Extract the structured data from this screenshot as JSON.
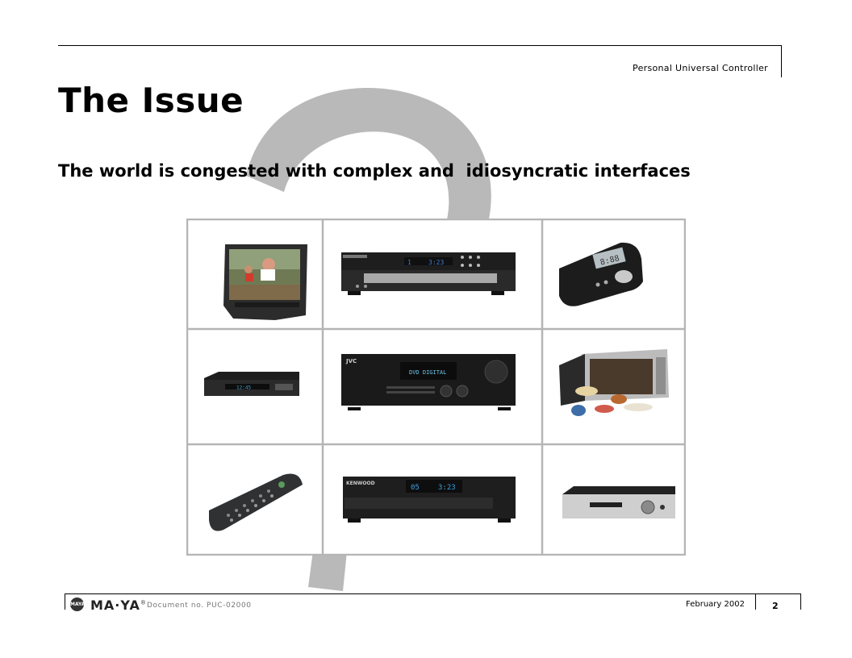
{
  "header": {
    "product": "Personal Universal Controller"
  },
  "slide": {
    "title": "The Issue",
    "subtitle": "The world is congested with complex and  idiosyncratic interfaces"
  },
  "devices": [
    {
      "name": "tv-icon"
    },
    {
      "name": "cd-changer-icon"
    },
    {
      "name": "pager-icon"
    },
    {
      "name": "vcr-icon"
    },
    {
      "name": "av-receiver-icon"
    },
    {
      "name": "microwave-icon"
    },
    {
      "name": "remote-control-icon"
    },
    {
      "name": "cd-player-icon"
    },
    {
      "name": "dvd-player-icon"
    }
  ],
  "device_text": {
    "receiver_display": "DVD DIGITAL",
    "cd_changer_track": "1",
    "cd_changer_time": "3:23",
    "cd_player_track": "05",
    "cd_player_time": "3:23",
    "pager_display": "8:88",
    "vcr_display": "12:45",
    "logo_jvc": "JVC",
    "logo_kenwood": "KENWOOD"
  },
  "footer": {
    "logo_mark": "MAYA",
    "logo_text": "MA·YA",
    "logo_registered": "®",
    "document_no": "Document no. PUC-02000",
    "date": "February 2002",
    "page": "2"
  }
}
